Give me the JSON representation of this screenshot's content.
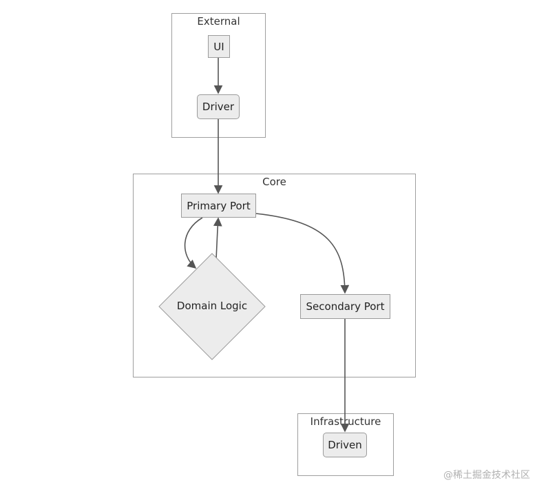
{
  "clusters": {
    "external": "External",
    "core": "Core",
    "infrastructure": "Infrastructure"
  },
  "nodes": {
    "ui": "UI",
    "driver": "Driver",
    "primary_port": "Primary Port",
    "domain_logic": "Domain Logic",
    "secondary_port": "Secondary Port",
    "driven": "Driven"
  },
  "edges": [
    {
      "from": "UI",
      "to": "Driver"
    },
    {
      "from": "Driver",
      "to": "Primary Port"
    },
    {
      "from": "Primary Port",
      "to": "Domain Logic"
    },
    {
      "from": "Domain Logic",
      "to": "Primary Port"
    },
    {
      "from": "Primary Port",
      "to": "Secondary Port"
    },
    {
      "from": "Secondary Port",
      "to": "Driven"
    }
  ],
  "watermark": "@稀土掘金技术社区",
  "colors": {
    "node_fill": "#ececec",
    "node_border": "#9a9a9a",
    "edge": "#555555"
  }
}
